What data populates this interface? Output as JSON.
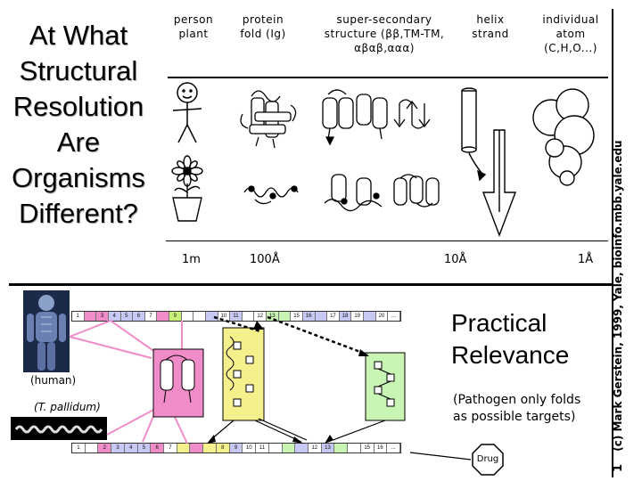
{
  "title": {
    "lines": [
      "At What",
      "Structural",
      "Resolution",
      "Are",
      "Organisms",
      "Different?"
    ]
  },
  "columns": [
    {
      "lines": [
        "person",
        "plant"
      ]
    },
    {
      "lines": [
        "protein",
        "fold (Ig)"
      ]
    },
    {
      "lines": [
        "super-secondary",
        "structure (ββ,TM-TM,",
        "αβαβ,ααα)"
      ]
    },
    {
      "lines": [
        "helix",
        "strand"
      ]
    },
    {
      "lines": [
        "individual",
        "atom",
        "(C,H,O...)"
      ]
    }
  ],
  "scale": [
    "1m",
    "100Å",
    "10Å",
    "1Å"
  ],
  "sidebar": {
    "page": "1",
    "credit": "(c) Mark Gerstein, 1999, Yale, bioinfo.mbb.yale.edu"
  },
  "practical": {
    "lines": [
      "Practical",
      "Relevance"
    ]
  },
  "pathogen_note": {
    "lines": [
      "(Pathogen only folds",
      "as possible targets)"
    ]
  },
  "labels": {
    "human": "(human)",
    "tpallidum": "T. pallidum",
    "drug": "Drug"
  },
  "top_strip": [
    "1",
    "",
    "3",
    "4",
    "5",
    "6",
    "7",
    "",
    "9",
    "",
    "",
    "",
    "10",
    "11",
    "",
    "12",
    "13",
    "",
    "15",
    "16",
    "",
    "17",
    "18",
    "19",
    "",
    "20",
    "..."
  ],
  "bottom_strip": [
    "1",
    "",
    "2",
    "3",
    "4",
    "5",
    "6",
    "7",
    "",
    "",
    "",
    "8",
    "9",
    "10",
    "11",
    "",
    "",
    "",
    "12",
    "13",
    "",
    "",
    "15",
    "16",
    "..."
  ],
  "colors": {
    "pink": "#f08cc8",
    "yellow": "#f4f08c",
    "green": "#c8f4b4",
    "lime": "#c8f078",
    "lavender": "#c8c8f4"
  }
}
